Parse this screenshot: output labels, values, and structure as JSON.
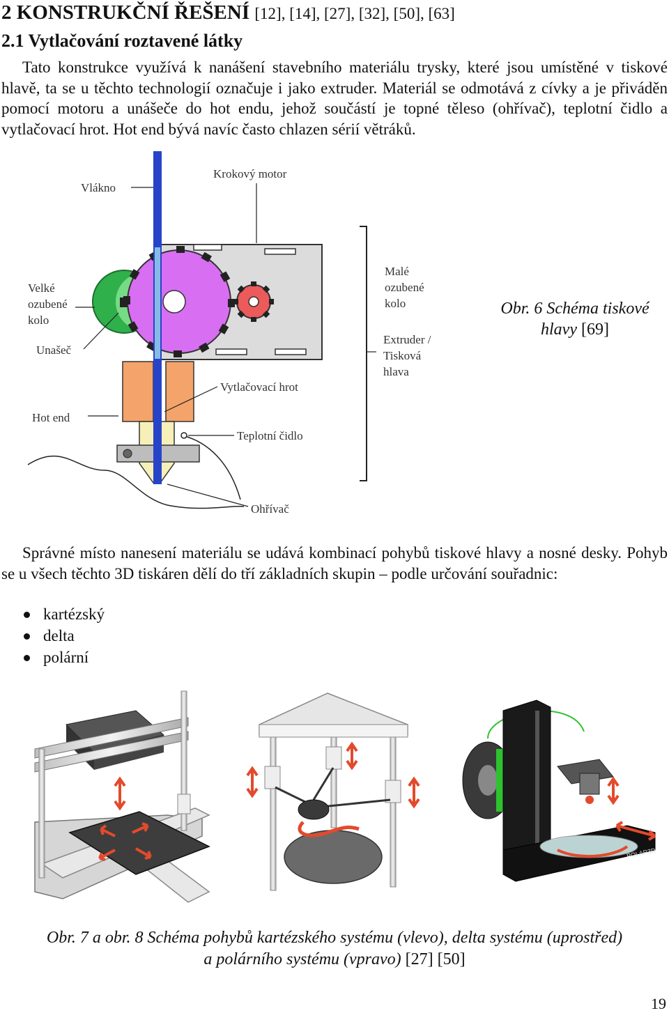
{
  "heading1": {
    "title": "2 KONSTRUKČNÍ ŘEŠENÍ",
    "refs": "[12], [14], [27], [32], [50], [63]"
  },
  "heading2": "2.1 Vytlačování roztavené látky",
  "paragraph1": "Tato konstrukce využívá k nanášení stavebního materiálu trysky, které jsou umístěné v tiskové hlavě, ta se u těchto technologií označuje i jako extruder. Materiál se odmotává z cívky a je přiváděn pomocí motoru a unášeče do hot endu, jehož součástí je topné těleso (ohřívač), teplotní čidlo a vytlačovací hrot. Hot end bývá navíc často chlazen sérií větráků.",
  "figure6": {
    "labels": {
      "vlakno": "Vlákno",
      "krokovy_motor": "Krokový motor",
      "velke_kolo_1": "Velké",
      "velke_kolo_2": "ozubené",
      "velke_kolo_3": "kolo",
      "unasec": "Unašeč",
      "male_kolo_1": "Malé",
      "male_kolo_2": "ozubené",
      "male_kolo_3": "kolo",
      "extruder_1": "Extruder /",
      "extruder_2": "Tisková",
      "extruder_3": "hlava",
      "vytlacovaci_hrot": "Vytlačovací hrot",
      "hot_end": "Hot end",
      "teplotni_cidlo": "Teplotní čidlo",
      "ohrivac": "Ohřívač"
    },
    "caption_italic_1": "Obr. 6 Schéma tiskové",
    "caption_italic_2": "hlavy",
    "caption_ref": "[69]"
  },
  "paragraph2": "Správné místo nanesení materiálu se udává kombinací pohybů tiskové hlavy a nosné desky. Pohyb se u všech těchto 3D tiskáren dělí do tří základních skupin – podle určování souřadnic:",
  "bullets": [
    "kartézský",
    "delta",
    "polární"
  ],
  "polar_logo": "POLAR3D",
  "caption78": {
    "italic_1": "Obr. 7 a obr. 8 Schéma pohybů kartézského systému (vlevo), delta systému (uprostřed)",
    "italic_2": "a polárního systému (vpravo)",
    "refs": "[27] [50]"
  },
  "page_number": "19",
  "colors": {
    "filament": "#2744c8",
    "big_gear": "#d86ef2",
    "small_gear": "#ec5a5a",
    "drive": "#2fb04a",
    "hot_end": "#f4a46a",
    "nozzle": "#f6efb8",
    "arrow": "#e34a2c"
  }
}
